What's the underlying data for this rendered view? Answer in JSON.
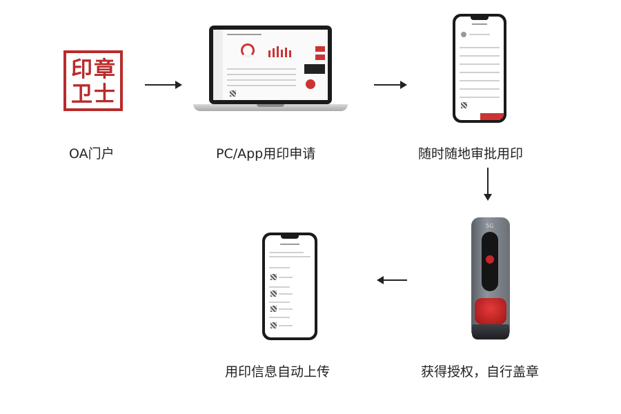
{
  "logo": {
    "chars": [
      "印",
      "章",
      "卫",
      "士"
    ],
    "color": "#b92b2b"
  },
  "steps": [
    {
      "id": "oa",
      "caption": "OA门户"
    },
    {
      "id": "apply",
      "caption": "PC/App用印申请"
    },
    {
      "id": "approve",
      "caption": "随时随地审批用印"
    },
    {
      "id": "stamp",
      "caption": "获得授权，自行盖章"
    },
    {
      "id": "upload",
      "caption": "用印信息自动上传"
    }
  ],
  "device": {
    "label": "5G"
  },
  "colors": {
    "accent": "#b92b2b",
    "arrow": "#222222"
  }
}
